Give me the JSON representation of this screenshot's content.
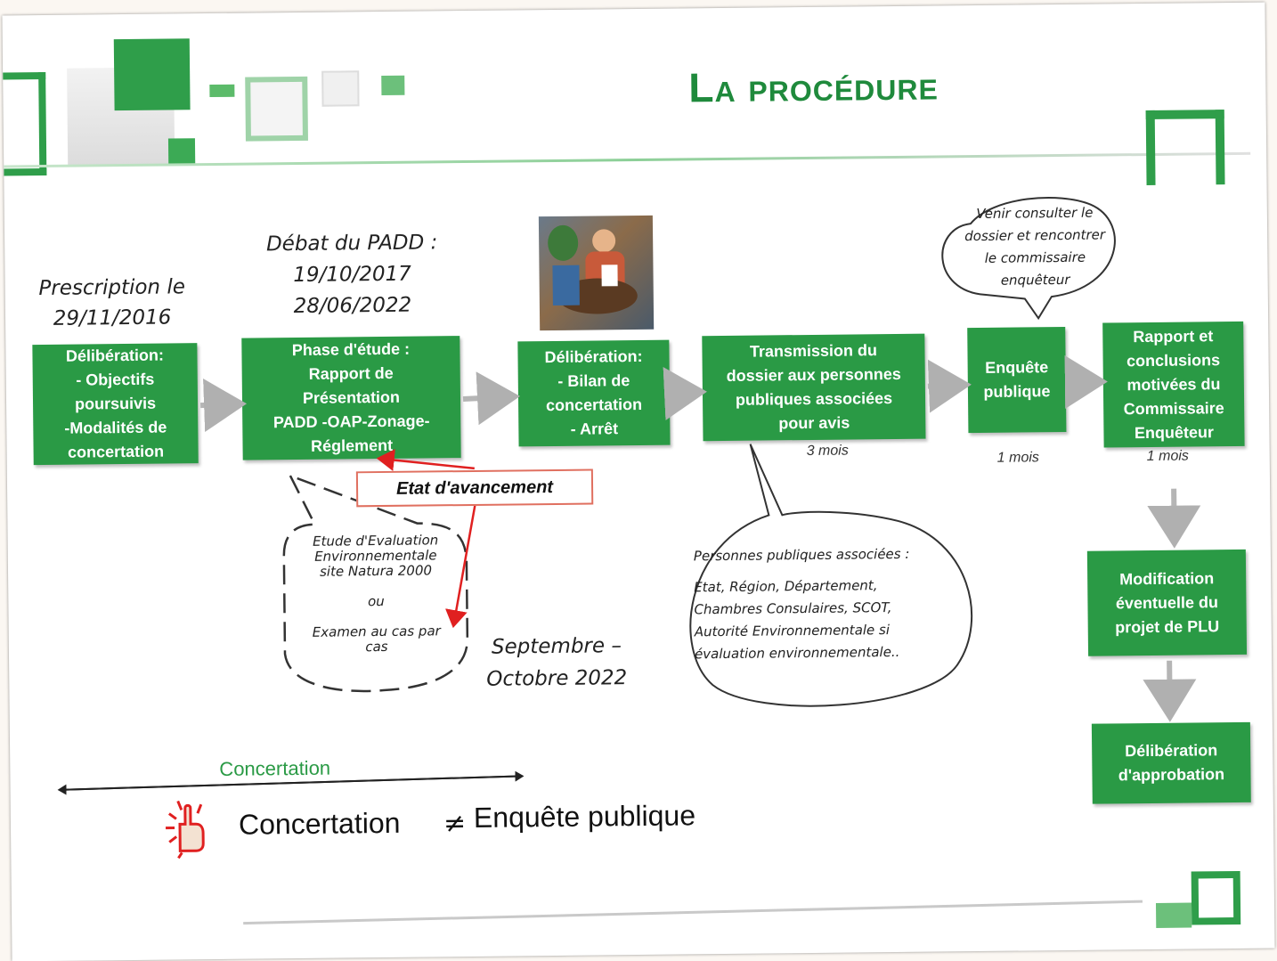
{
  "title": "La procédure",
  "dates": {
    "prescription": "Prescription le\n29/11/2016",
    "padd": "Débat du PADD :\n19/10/2017\n28/06/2022",
    "sept_oct": "Septembre –\nOctobre 2022"
  },
  "boxes": {
    "deliberation_objectifs": "Délibération:\n- Objectifs\npoursuivis\n-Modalités de\nconcertation",
    "phase_etude": "Phase d'étude :\nRapport de\nPrésentation\nPADD -OAP-Zonage-\nRéglement",
    "deliberation_bilan": "Délibération:\n- Bilan de\nconcertation\n- Arrêt",
    "transmission": "Transmission du\ndossier aux personnes\npubliques associées\npour avis",
    "enquete_publique": "Enquête\npublique",
    "rapport": "Rapport et\nconclusions\nmotivées du\nCommissaire\nEnquêteur",
    "modification": "Modification\néventuelle du\nprojet de PLU",
    "deliberation_approbation": "Délibération\nd'approbation"
  },
  "durations": {
    "transmission": "3 mois",
    "enquete": "1 mois",
    "rapport": "1 mois"
  },
  "bubbles": {
    "consulter": "Venir consulter le\ndossier et rencontrer\nle commissaire\nenquêteur",
    "evaluation": "Etude d'Evaluation\nEnvironnementale\nsite Natura 2000\n\nou\n\nExamen au cas par\ncas",
    "ppa_title": "Personnes publiques associées :",
    "ppa_list": "Etat, Région, Département,\nChambres Consulaires, SCOT,\nAutorité Environnementale si\névaluation environnementale.."
  },
  "etat_avancement": "Etat d'avancement",
  "concertation_label": "Concertation",
  "comparison": {
    "left": "Concertation",
    "sign": "≠",
    "right": "Enquête publique"
  },
  "colors": {
    "green": "#2a9a45",
    "title_green": "#1f8a3c",
    "red": "#e02020"
  },
  "icons": [
    "meeting-illustration",
    "pointing-hand-icon"
  ]
}
